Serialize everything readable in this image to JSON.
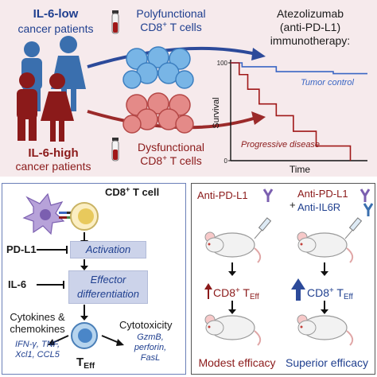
{
  "colors": {
    "top_panel_bg": "#f6eaec",
    "blue": "#1f3f8f",
    "red": "#8b1a1a",
    "box_fill": "#ccd3ea",
    "panel_border": "#6b7fb8",
    "survival_blue": "#3a66c4",
    "survival_red": "#a01818"
  },
  "top": {
    "low_group": {
      "line1": "IL-6-low",
      "line2": "cancer patients"
    },
    "high_group": {
      "line1": "IL-6-high",
      "line2": "cancer patients"
    },
    "poly": {
      "line1": "Polyfunctional",
      "line2_pre": "CD8",
      "line2_sup": "+",
      "line2_post": " T cells"
    },
    "dys": {
      "line1": "Dysfunctional",
      "line2_pre": "CD8",
      "line2_sup": "+",
      "line2_post": " T cells"
    },
    "therapy": {
      "line1": "Atezolizumab",
      "line2": "(anti-PD-L1)",
      "line3": "immunotherapy:"
    },
    "chart": {
      "ylabel": "Survival",
      "xlabel": "Time",
      "ytick_top": "100",
      "ytick_bottom": "0",
      "tumor_control": "Tumor control",
      "progressive": "Progressive disease"
    }
  },
  "chart_data": {
    "type": "line",
    "xlabel": "Time",
    "ylabel": "Survival",
    "ylim": [
      0,
      100
    ],
    "series": [
      {
        "name": "Tumor control",
        "color": "#3a66c4",
        "points": [
          [
            0,
            100
          ],
          [
            2,
            100
          ],
          [
            2,
            96
          ],
          [
            8,
            96
          ],
          [
            8,
            91
          ],
          [
            18,
            91
          ],
          [
            18,
            89
          ],
          [
            24,
            89
          ]
        ]
      },
      {
        "name": "Progressive disease",
        "color": "#a01818",
        "points": [
          [
            0,
            100
          ],
          [
            1.5,
            100
          ],
          [
            1.5,
            88
          ],
          [
            3,
            88
          ],
          [
            3,
            73
          ],
          [
            5,
            73
          ],
          [
            5,
            58
          ],
          [
            8,
            58
          ],
          [
            8,
            46
          ],
          [
            11,
            46
          ],
          [
            11,
            30
          ],
          [
            15,
            30
          ],
          [
            15,
            15
          ],
          [
            21,
            15
          ],
          [
            21,
            0
          ]
        ]
      }
    ]
  },
  "bottom_left": {
    "cell_pre": "CD8",
    "cell_sup": "+",
    "cell_post": " T cell",
    "pdl1": "PD-L1",
    "il6": "IL-6",
    "activation": "Activation",
    "effector1": "Effector",
    "effector2": "differentiation",
    "cytokines1": "Cytokines &",
    "cytokines2": "chemokines",
    "cyto_list1": "IFN-γ, TNF,",
    "cyto_list2": "Xcl1, CCL5",
    "cytotox": "Cytotoxicity",
    "cytotox_list1": "GzmB,",
    "cytotox_list2": "perforin,",
    "cytotox_list3": "FasL",
    "teff_main": "T",
    "teff_sub": "Eff"
  },
  "bottom_right": {
    "left_drug": "Anti-PD-L1",
    "right_drug1": "Anti-PD-L1",
    "right_plus": "+",
    "right_drug2": "Anti-IL6R",
    "cd8_pre": "CD8",
    "cd8_sup": "+",
    "cd8_t": " T",
    "cd8_sub": "Eff",
    "left_result": "Modest efficacy",
    "right_result": "Superior efficacy"
  }
}
